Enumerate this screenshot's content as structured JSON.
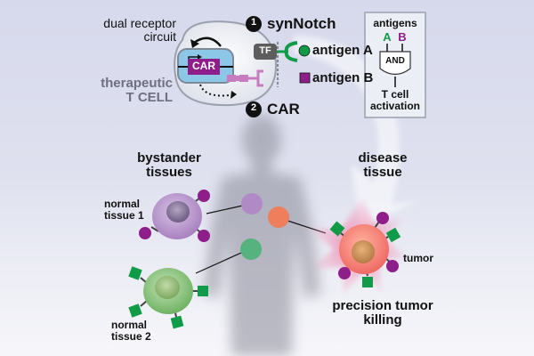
{
  "header": {
    "circuit_label_line1": "dual receptor",
    "circuit_label_line2": "circuit",
    "cell_label_line1": "therapeutic",
    "cell_label_line2": "T CELL"
  },
  "cell_diagram": {
    "car_label": "CAR",
    "tf_label": "TF"
  },
  "receptors": [
    {
      "number": "1",
      "label": "synNotch"
    },
    {
      "number": "2",
      "label": "CAR"
    }
  ],
  "antigens": [
    {
      "label": "antigen A",
      "shape": "circle",
      "color": "#0f9b47"
    },
    {
      "label": "antigen B",
      "shape": "square",
      "color": "#8e1e8a"
    }
  ],
  "logic_box": {
    "title": "antigens",
    "input_a": "A",
    "input_b": "B",
    "gate": "AND",
    "output_line1": "T cell",
    "output_line2": "activation",
    "color_a": "#0f9b47",
    "color_b": "#8e1e8a"
  },
  "sections": {
    "bystander_line1": "bystander",
    "bystander_line2": "tissues",
    "disease_line1": "disease",
    "disease_line2": "tissue"
  },
  "cells": {
    "normal1_line1": "normal",
    "normal1_line2": "tissue 1",
    "normal2_line1": "normal",
    "normal2_line2": "tissue 2",
    "tumor": "tumor"
  },
  "outcome": {
    "line1": "precision tumor",
    "line2": "killing"
  },
  "colors": {
    "purple_cell": "#b48fc8",
    "green_cell": "#7fbf73",
    "tumor_cell": "#f0706a",
    "antigen_a": "#0f9b47",
    "antigen_b": "#8e1e8a"
  }
}
